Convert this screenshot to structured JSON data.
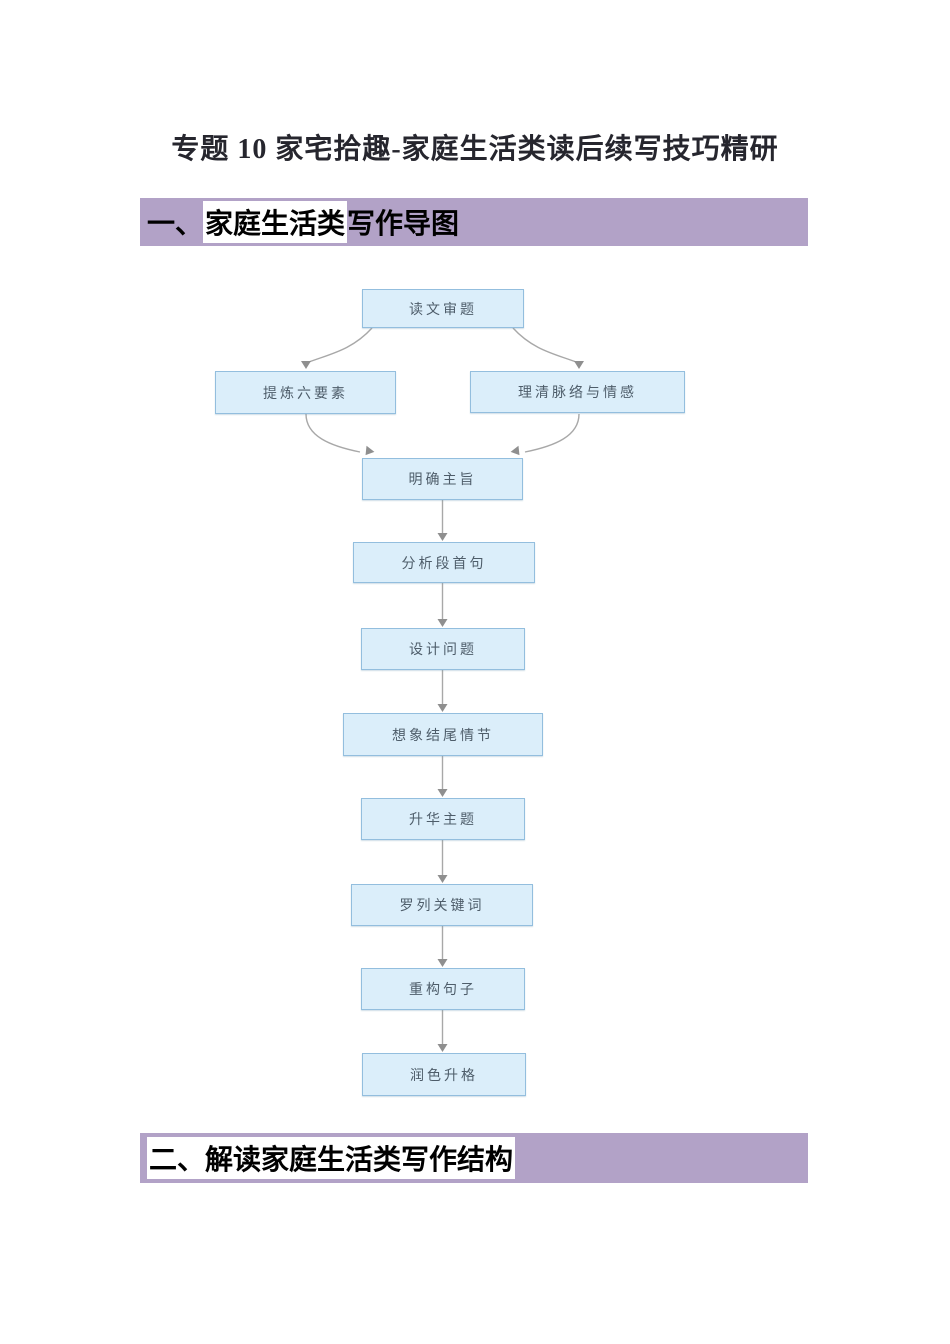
{
  "document": {
    "title": "专题 10 家宅拾趣-家庭生活类读后续写技巧精研"
  },
  "sections": [
    {
      "prefix": "一、",
      "highlight": "家庭生活类",
      "suffix": "写作导图"
    },
    {
      "prefix": "",
      "highlight": "二、解读家庭生活类写作结构",
      "suffix": ""
    }
  ],
  "flowchart": {
    "type": "flow-diagram",
    "nodes": [
      {
        "label": "读文审题"
      },
      {
        "label": "提炼六要素"
      },
      {
        "label": "理清脉络与情感"
      },
      {
        "label": "明确主旨"
      },
      {
        "label": "分析段首句"
      },
      {
        "label": "设计问题"
      },
      {
        "label": "想象结尾情节"
      },
      {
        "label": "升华主题"
      },
      {
        "label": "罗列关键词"
      },
      {
        "label": "重构句子"
      },
      {
        "label": "润色升格"
      }
    ],
    "edges": [
      "读文审题→提炼六要素",
      "读文审题→理清脉络与情感",
      "提炼六要素→明确主旨",
      "理清脉络与情感→明确主旨",
      "明确主旨→分析段首句",
      "分析段首句→设计问题",
      "设计问题→想象结尾情节",
      "想象结尾情节→升华主题",
      "升华主题→罗列关键词",
      "罗列关键词→重构句子",
      "重构句子→润色升格"
    ]
  },
  "colors": {
    "section_banner": "#b2a2c7",
    "text_highlight": "#ffffff",
    "node_fill": "#dbeefa",
    "node_border": "#93bede",
    "node_text": "#4e5d6a",
    "connector": "#a8a8a8",
    "arrowhead": "#8f8f8f",
    "title_text": "#26262e"
  }
}
